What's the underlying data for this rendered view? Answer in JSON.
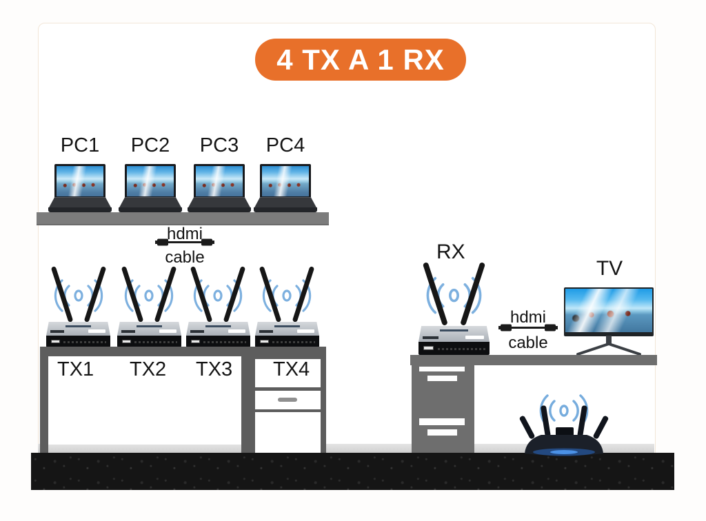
{
  "badge": {
    "label": "4 TX A 1 RX",
    "bg_color": "#E8702A",
    "text_color": "#FFFFFF"
  },
  "sources": {
    "labels": [
      "PC1",
      "PC2",
      "PC3",
      "PC4"
    ]
  },
  "transmitters": {
    "labels": [
      "TX1",
      "TX2",
      "TX3",
      "TX4"
    ]
  },
  "receiver": {
    "label": "RX"
  },
  "tv": {
    "label": "TV"
  },
  "cable_left": {
    "top": "hdmi",
    "bottom": "cable"
  },
  "cable_right": {
    "top": "hdmi",
    "bottom": "cable"
  },
  "colors": {
    "accent_orange": "#E8702A",
    "wifi_blue": "#6FA8DC",
    "furniture_gray": "#5D5D5D",
    "cabinet_gray": "#6E6E6E",
    "floor_black": "#151515"
  }
}
